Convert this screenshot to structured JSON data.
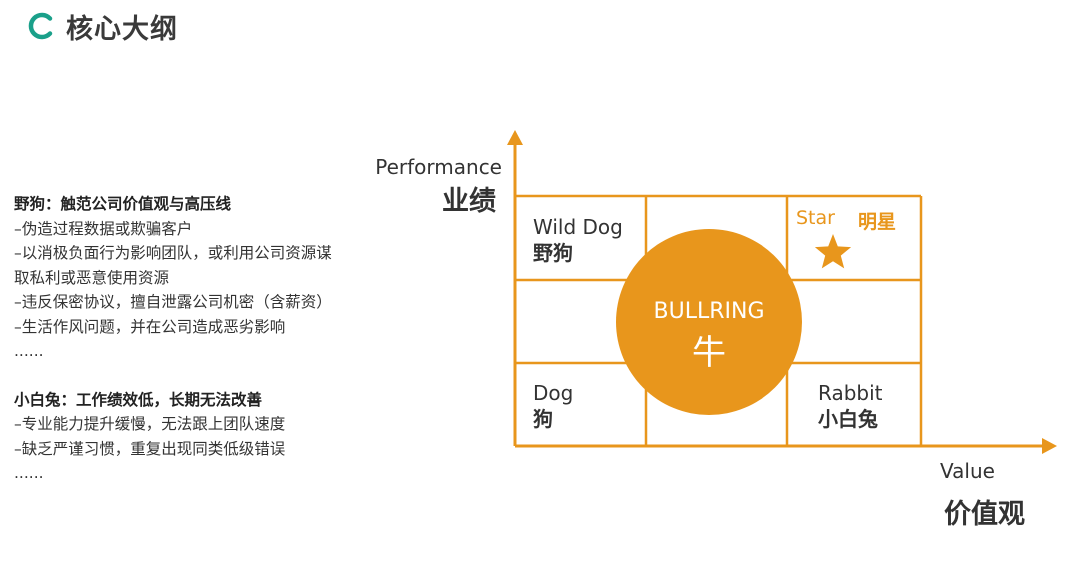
{
  "header": {
    "title": "核心大纲",
    "icon": "ring-logo-icon",
    "accent_color": "#1aa08a"
  },
  "sidebar_text": {
    "section1": {
      "title": "野狗：触范公司价值观与高压线",
      "items": [
        "–伪造过程数据或欺骗客户",
        "–以消极负面行为影响团队，或利用公司资源谋",
        "取私利或恶意使用资源",
        "–违反保密协议，擅自泄露公司机密（含薪资）",
        "–生活作风问题，并在公司造成恶劣影响",
        "......"
      ]
    },
    "section2": {
      "title": "小白兔：工作绩效低，长期无法改善",
      "items": [
        "–专业能力提升缓慢，无法跟上团队速度",
        "–缺乏严谨习惯，重复出现同类低级错误",
        "......"
      ]
    }
  },
  "diagram": {
    "y_axis_en": "Performance",
    "y_axis_cn": "业绩",
    "x_axis_en": "Value",
    "x_axis_cn": "价值观",
    "cells": {
      "wild_dog_en": "Wild Dog",
      "wild_dog_cn": "野狗",
      "star_en": "Star",
      "star_cn": "明星",
      "dog_en": "Dog",
      "dog_cn": "狗",
      "rabbit_en": "Rabbit",
      "rabbit_cn": "小白兔"
    },
    "center_en": "BULLRING",
    "center_cn": "牛",
    "colors": {
      "orange": "#e8961c",
      "text_dark": "#333333",
      "star_text": "#e8961c",
      "center_text": "#ffffff"
    }
  }
}
